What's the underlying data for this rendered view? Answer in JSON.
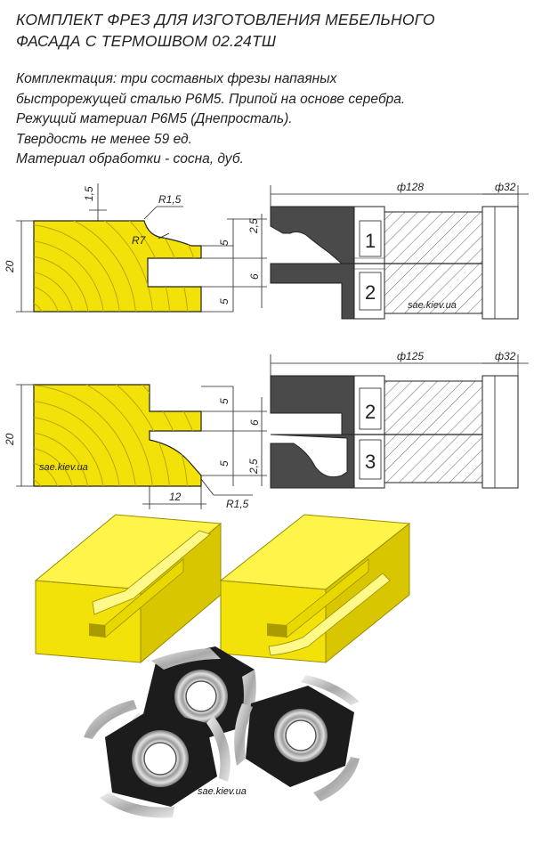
{
  "title": {
    "line1": "КОМПЛЕКТ ФРЕЗ ДЛЯ ИЗГОТОВЛЕНИЯ МЕБЕЛЬНОГО",
    "line2": "ФАСАДА С ТЕРМОШВОМ 02.24ТШ"
  },
  "description": [
    "Комплектация: три составных фрезы напаяных",
    "быстрорежущей сталью Р6М5. Припой на основе серебра.",
    "Режущий материал Р6М5 (Днепросталь).",
    "Твердость не менее 59 ед.",
    "Материал обработки - сосна, дуб."
  ],
  "drawing1": {
    "dim_top": "1,5",
    "radius_top": "R1,5",
    "radius_inner": "R7",
    "dim_height": "20",
    "dim_a": "2,5",
    "dim_b": "5",
    "dim_c": "6",
    "dim_d": "5",
    "cutter_diameter": "ф128",
    "bore_diameter": "ф32",
    "cutter_1": "1",
    "cutter_2": "2",
    "watermark": "sae.kiev.ua"
  },
  "drawing2": {
    "dim_height": "20",
    "dim_a": "5",
    "dim_b": "6",
    "dim_c": "5",
    "dim_d": "2,5",
    "dim_width": "12",
    "radius": "R1,5",
    "cutter_diameter": "ф125",
    "bore_diameter": "ф32",
    "cutter_2": "2",
    "cutter_3": "3",
    "watermark": "sae.kiev.ua"
  },
  "photo": {
    "watermark": "sae.kiev.ua"
  },
  "colors": {
    "wood": "#f2e20a",
    "wood_dark": "#c8b800",
    "steel_dark": "#4a4a4a",
    "steel_light": "#cfcfcf",
    "line": "#222222"
  }
}
